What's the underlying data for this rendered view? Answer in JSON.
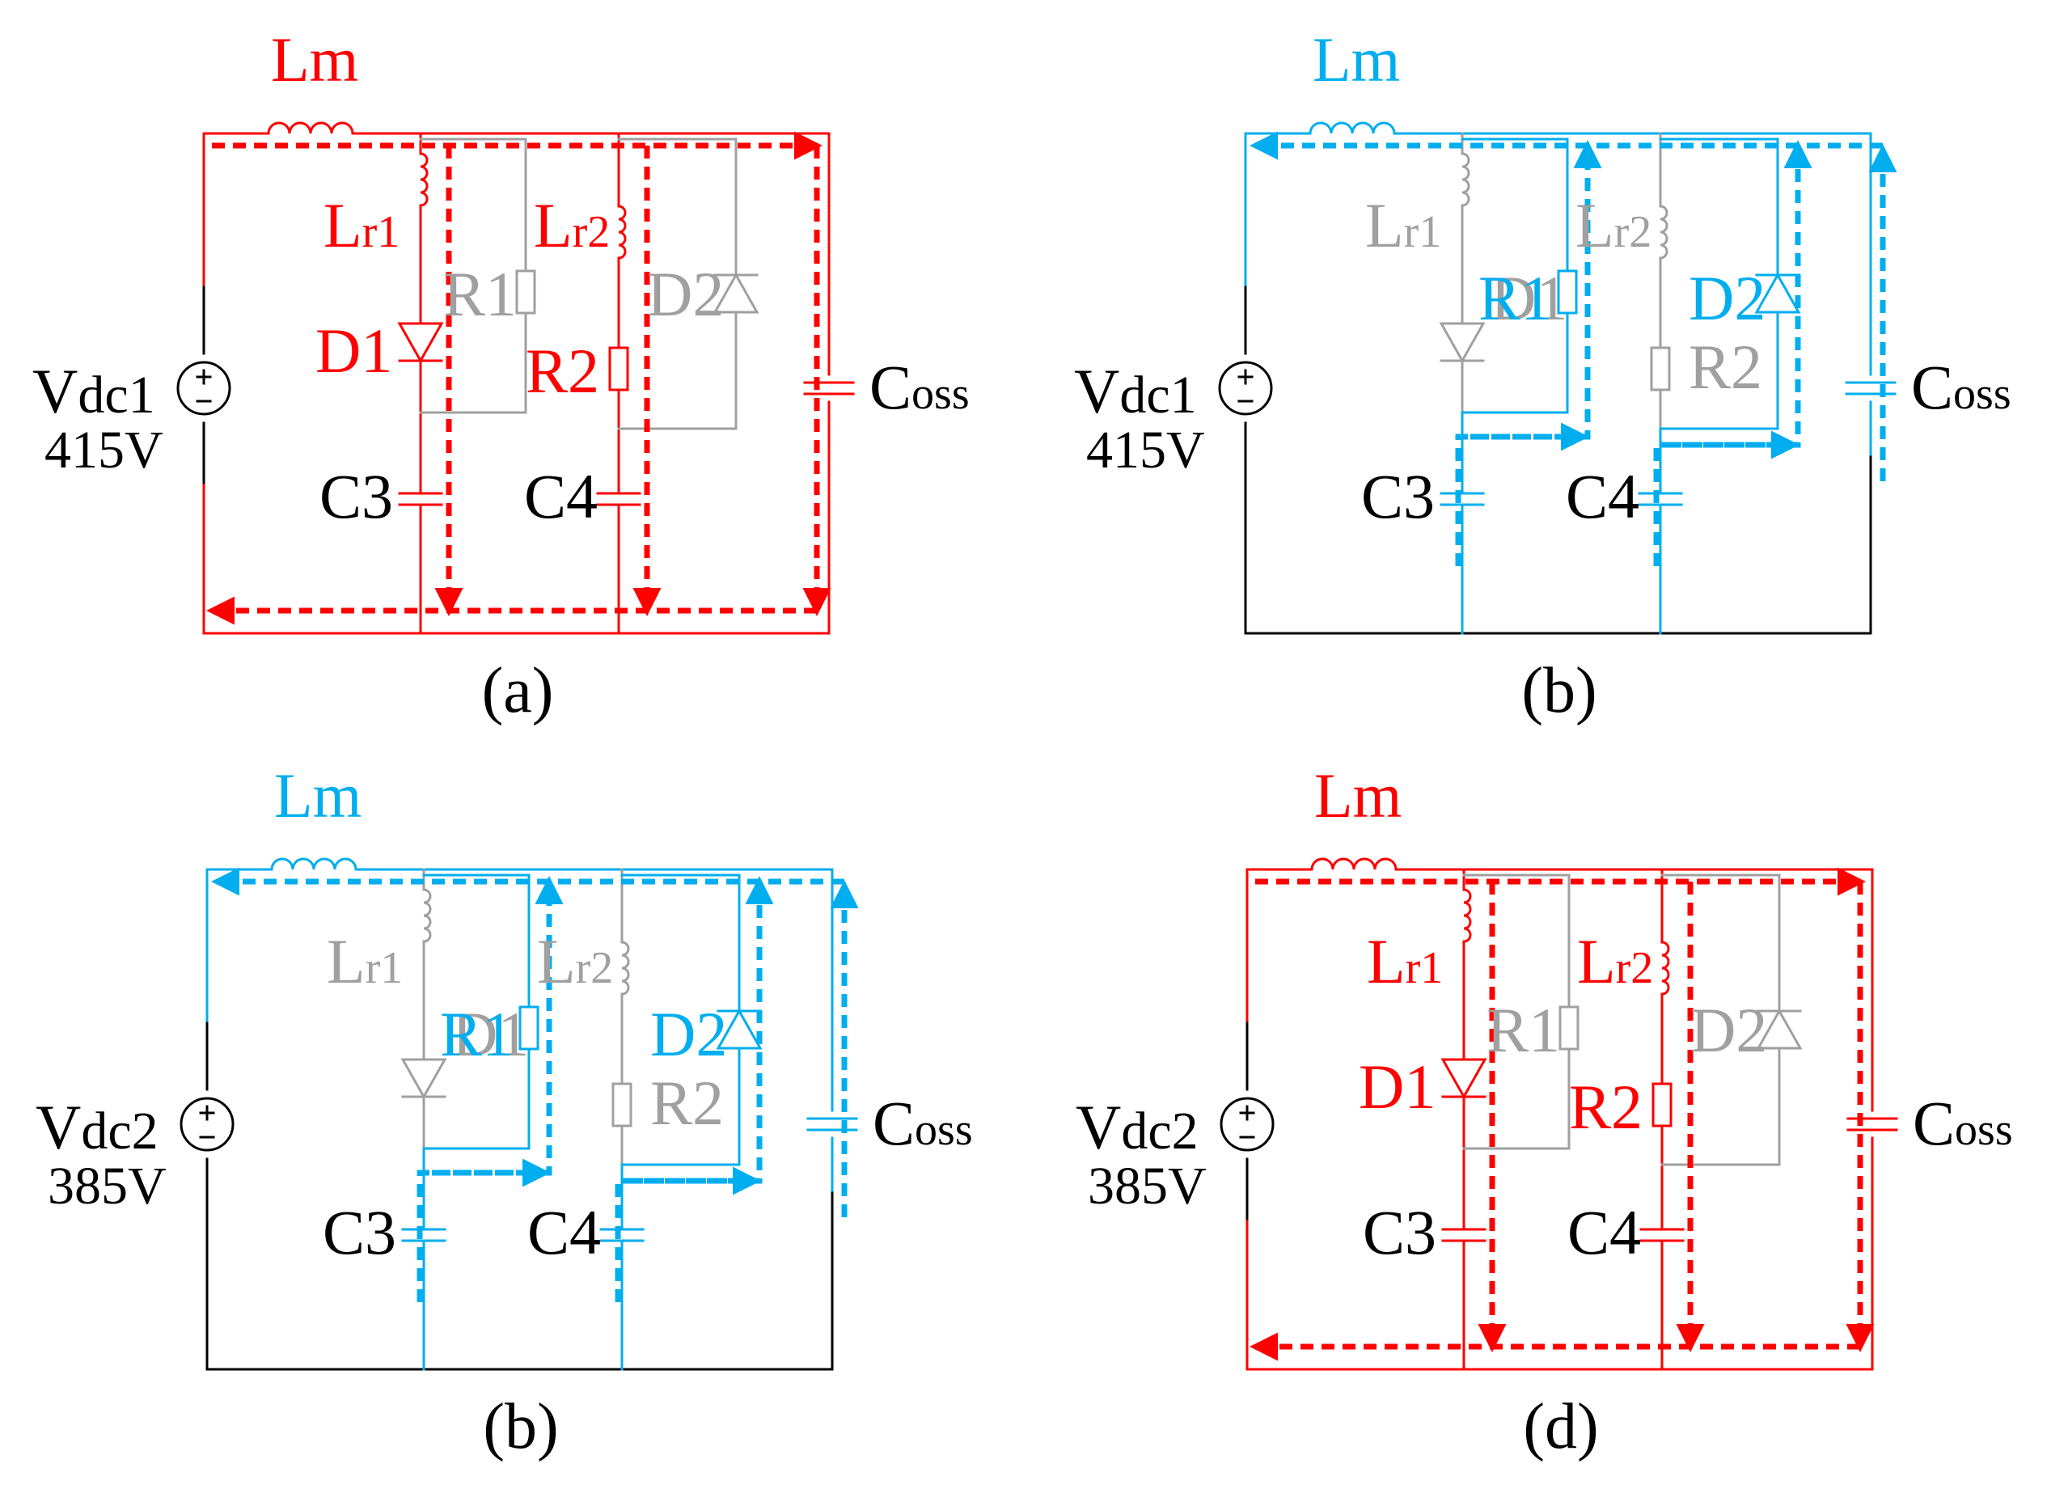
{
  "colors": {
    "red": "#ff0000",
    "blue": "#00aeef",
    "gray": "#a0a0a0",
    "black": "#000000"
  },
  "panels": [
    {
      "caption": "(a)",
      "source": {
        "main": "V",
        "sub": "dc1",
        "value": "415V"
      },
      "labels": {
        "Lm": "Lm",
        "Lr1_main": "L",
        "Lr1_sub": "r1",
        "Lr2_main": "L",
        "Lr2_sub": "r2",
        "R1": "R1",
        "R2": "R2",
        "D1": "D1",
        "D2": "D2",
        "C3": "C3",
        "C4": "C4",
        "Coss_main": "C",
        "Coss_sub": "oss"
      },
      "mode": "charge"
    },
    {
      "caption": "(b)",
      "source": {
        "main": "V",
        "sub": "dc1",
        "value": "415V"
      },
      "labels": {
        "Lm": "Lm",
        "Lr1_main": "L",
        "Lr1_sub": "r1",
        "Lr2_main": "L",
        "Lr2_sub": "r2",
        "R1": "R1",
        "R2": "R2",
        "D1": "D1",
        "D2": "D2",
        "C3": "C3",
        "C4": "C4",
        "Coss_main": "C",
        "Coss_sub": "oss"
      },
      "mode": "discharge"
    },
    {
      "caption": "(b)",
      "source": {
        "main": "V",
        "sub": "dc2",
        "value": "385V"
      },
      "labels": {
        "Lm": "Lm",
        "Lr1_main": "L",
        "Lr1_sub": "r1",
        "Lr2_main": "L",
        "Lr2_sub": "r2",
        "R1": "R1",
        "R2": "R2",
        "D1": "D1",
        "D2": "D2",
        "C3": "C3",
        "C4": "C4",
        "Coss_main": "C",
        "Coss_sub": "oss"
      },
      "mode": "discharge"
    },
    {
      "caption": "(d)",
      "source": {
        "main": "V",
        "sub": "dc2",
        "value": "385V"
      },
      "labels": {
        "Lm": "Lm",
        "Lr1_main": "L",
        "Lr1_sub": "r1",
        "Lr2_main": "L",
        "Lr2_sub": "r2",
        "R1": "R1",
        "R2": "R2",
        "D1": "D1",
        "D2": "D2",
        "C3": "C3",
        "C4": "C4",
        "Coss_main": "C",
        "Coss_sub": "oss"
      },
      "mode": "charge"
    }
  ]
}
